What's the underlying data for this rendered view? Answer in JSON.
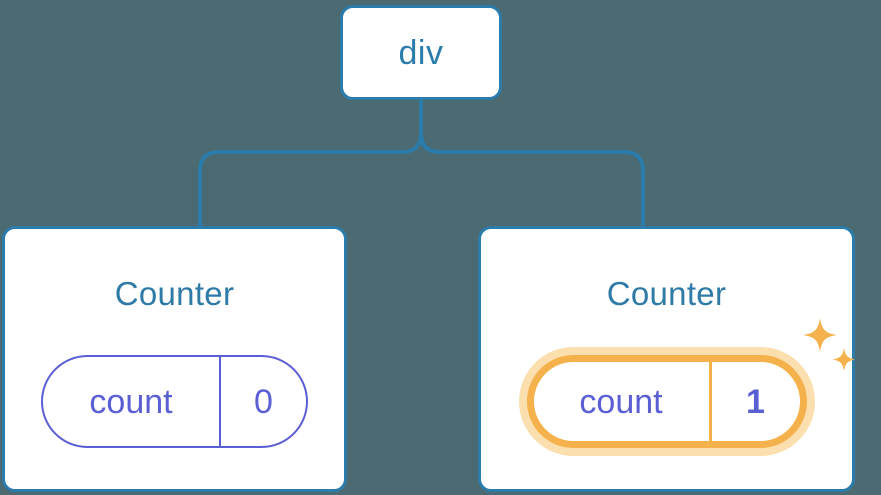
{
  "theme": {
    "background": "#4b6a72",
    "node_border": "#2b7cab",
    "node_fill": "#ffffff",
    "title_text": "#2f7ba8",
    "state_accent": "#5b5fd4",
    "highlight_border": "#f5b14b",
    "highlight_glow": "#fbdfae"
  },
  "tree": {
    "root": {
      "label": "div"
    },
    "children": [
      {
        "title": "Counter",
        "state": {
          "key": "count",
          "value": "0"
        },
        "highlighted": false
      },
      {
        "title": "Counter",
        "state": {
          "key": "count",
          "value": "1"
        },
        "highlighted": true,
        "sparkle_icons": [
          "sparkle-large",
          "sparkle-small"
        ]
      }
    ]
  }
}
